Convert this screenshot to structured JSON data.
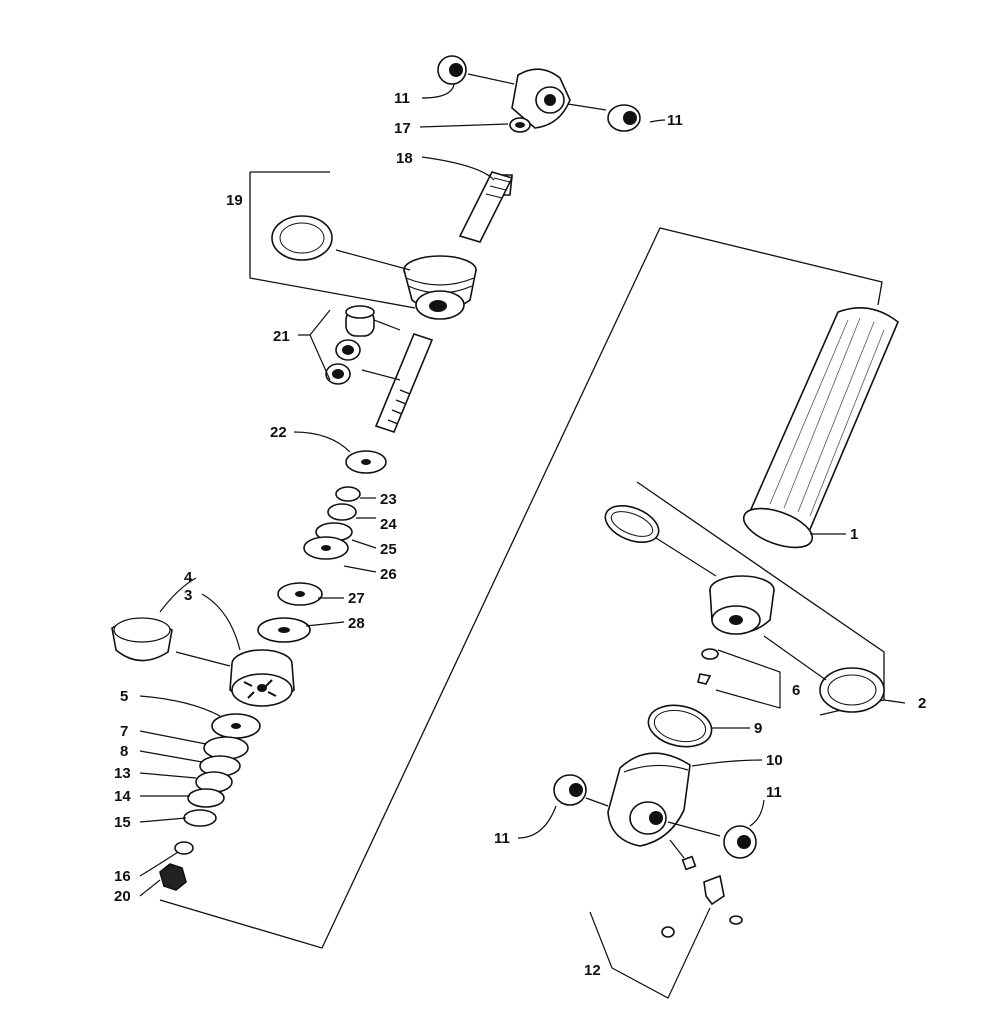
{
  "diagram": {
    "labels": {
      "p1": "1",
      "p2": "2",
      "p3": "3",
      "p4": "4",
      "p5": "5",
      "p6": "6",
      "p7": "7",
      "p8": "8",
      "p9": "9",
      "p10": "10",
      "p11_top_left": "11",
      "p11_top_right": "11",
      "p11_bottom_left": "11",
      "p11_bottom_right": "11",
      "p12": "12",
      "p13": "13",
      "p14": "14",
      "p15": "15",
      "p16": "16",
      "p17": "17",
      "p18": "18",
      "p19": "19",
      "p20": "20",
      "p21": "21",
      "p22": "22",
      "p23": "23",
      "p24": "24",
      "p25": "25",
      "p26": "26",
      "p27": "27",
      "p28": "28"
    }
  }
}
